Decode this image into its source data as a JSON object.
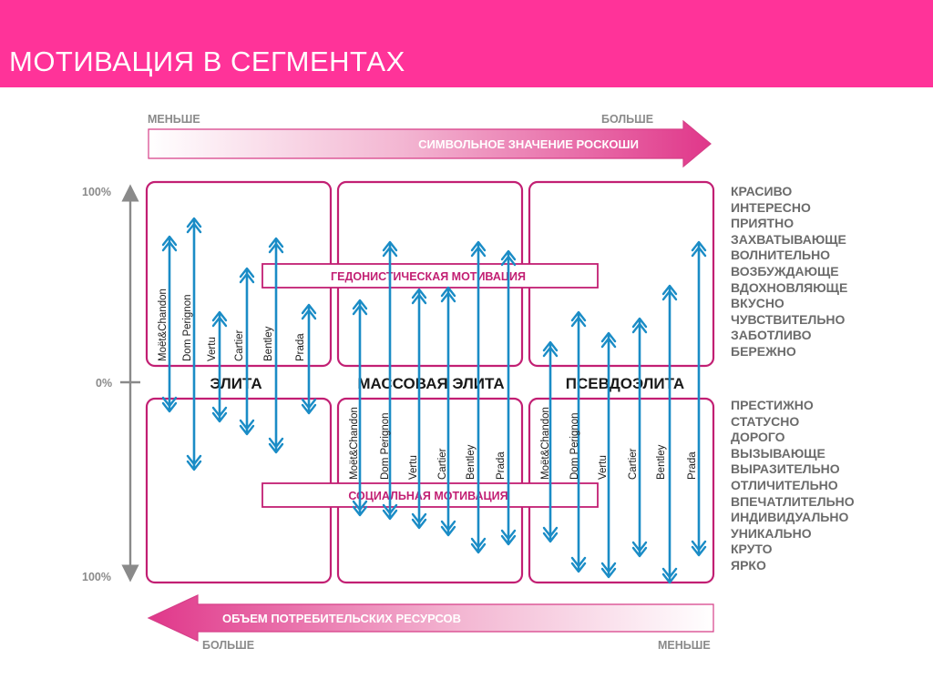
{
  "title": "МОТИВАЦИЯ В СЕГМЕНТАХ",
  "colors": {
    "brand": "#ff3399",
    "frame": "#c21f73",
    "arrow": "#1a8cc6",
    "text_gray": "#6b6b6b"
  },
  "top_axis": {
    "left": "МЕНЬШЕ",
    "right": "БОЛЬШЕ",
    "label": "СИМВОЛЬНОЕ ЗНАЧЕНИЕ РОСКОШИ"
  },
  "bottom_axis": {
    "left": "БОЛЬШЕ",
    "right": "МЕНЬШЕ",
    "label": "ОБЪЕМ ПОТРЕБИТЕЛЬСКИХ РЕСУРСОВ"
  },
  "vertical_axis": {
    "top": "100%",
    "middle": "0%",
    "bottom": "100%"
  },
  "bands": {
    "hedonic": "ГЕДОНИСТИЧЕСКАЯ МОТИВАЦИЯ",
    "social": "СОЦИАЛЬНАЯ МОТИВАЦИЯ"
  },
  "segments": [
    "ЭЛИТА",
    "МАССОВАЯ ЭЛИТА",
    "ПСЕВДОЭЛИТА"
  ],
  "brands": [
    "Moët&Chandon",
    "Dom Perignon",
    "Vertu",
    "Cartier",
    "Bentley",
    "Prada"
  ],
  "hedonic_words": [
    "КРАСИВО",
    "ИНТЕРЕСНО",
    "ПРИЯТНО",
    "ЗАХВАТЫВАЮЩЕ",
    "ВОЛНИТЕЛЬНО",
    "ВОЗБУЖДАЮЩЕ",
    "ВДОХНОВЛЯЮЩЕ",
    "ВКУСНО",
    "ЧУВСТВИТЕЛЬНО",
    "ЗАБОТЛИВО",
    "БЕРЕЖНО"
  ],
  "social_words": [
    "ПРЕСТИЖНО",
    "СТАТУСНО",
    "ДОРОГО",
    "ВЫЗЫВАЮЩЕ",
    "ВЫРАЗИТЕЛЬНО",
    "ОТЛИЧИТЕЛЬНО",
    "ВПЕЧАТЛИТЕЛЬНО",
    "ИНДИВИДУАЛЬНО",
    "УНИКАЛЬНО",
    "КРУТО",
    "ЯРКО"
  ]
}
